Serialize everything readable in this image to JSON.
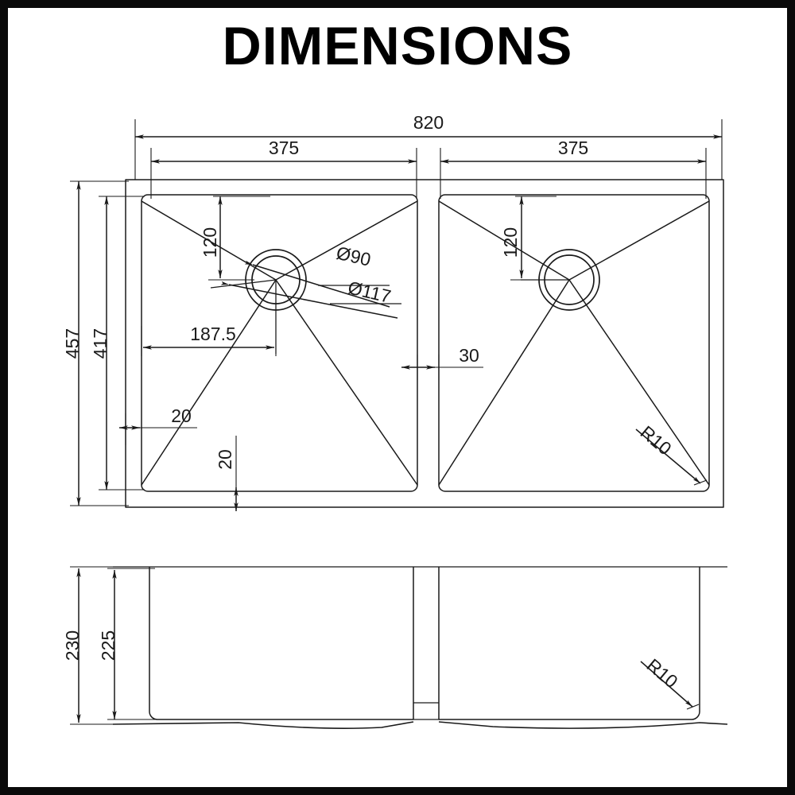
{
  "document": {
    "title": "DIMENSIONS",
    "type": "technical-dimension-drawing",
    "subject": "double-bowl undermount kitchen sink",
    "units": "mm",
    "line_color": "#1a1a1a",
    "frame_color": "#0a0a0a",
    "background_color": "#ffffff"
  },
  "views": {
    "plan": {
      "name": "top-plan-view",
      "dimensions": {
        "overall_width": "820",
        "left_bowl_width": "375",
        "right_bowl_width": "375",
        "overall_depth": "457",
        "bowl_depth": "417",
        "divider_width": "30",
        "drain_from_top": "120",
        "drain_from_left": "187.5",
        "rim_offset_left": "20",
        "rim_offset_bottom": "20",
        "drain_outer_dia": "Ø117",
        "drain_inner_dia": "Ø90",
        "corner_radius": "R10"
      }
    },
    "elevation": {
      "name": "front-elevation-view",
      "dimensions": {
        "overall_height": "230",
        "bowl_height": "225",
        "corner_radius": "R10"
      }
    }
  },
  "labels": {
    "w820": "820",
    "w375_left": "375",
    "w375_right": "375",
    "d457": "457",
    "d417": "417",
    "gap30": "30",
    "v120_left": "120",
    "v120_right": "120",
    "h187_5": "187.5",
    "off20_left": "20",
    "off20_bottom": "20",
    "dia90": "Ø90",
    "dia117": "Ø117",
    "r10_plan": "R10",
    "h230": "230",
    "h225": "225",
    "r10_elev": "R10"
  }
}
